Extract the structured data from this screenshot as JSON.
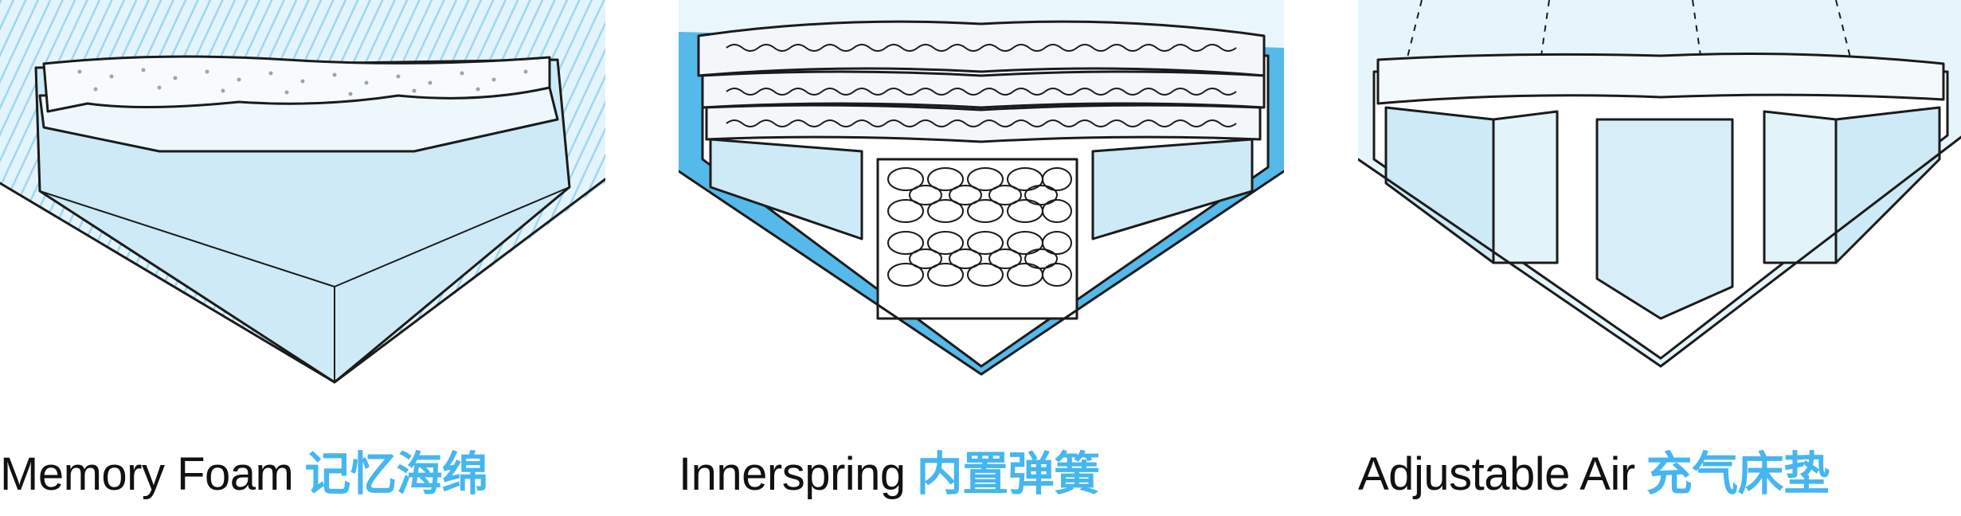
{
  "colors": {
    "light_blue": "#d6eef8",
    "mid_blue": "#a9dcf0",
    "cover_blue": "#55b9ea",
    "text": "#111111",
    "accent_cn": "#45b6ef"
  },
  "panels": [
    {
      "english": "Memory Foam",
      "chinese": "记忆海绵"
    },
    {
      "english": "Innerspring",
      "chinese": "内置弹簧"
    },
    {
      "english": "Adjustable Air",
      "chinese": "充气床垫"
    }
  ]
}
